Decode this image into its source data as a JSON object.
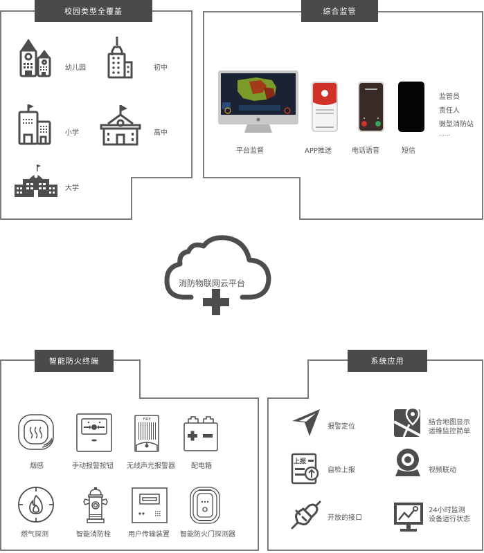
{
  "sections": {
    "campus": {
      "title": "校园类型全覆盖",
      "items": [
        {
          "label": "幼儿园",
          "icon": "kindergarten-building-icon"
        },
        {
          "label": "初中",
          "icon": "tower-building-icon"
        },
        {
          "label": "小学",
          "icon": "flag-building-icon"
        },
        {
          "label": "高中",
          "icon": "schoolhouse-icon"
        },
        {
          "label": "大学",
          "icon": "university-building-icon"
        }
      ]
    },
    "monitor": {
      "title": "综合监管",
      "channels": [
        {
          "label": "平台监督",
          "icon": "desktop-monitor-icon"
        },
        {
          "label": "APP推送",
          "icon": "app-phone-icon"
        },
        {
          "label": "电话语音",
          "icon": "call-phone-icon"
        },
        {
          "label": "短信",
          "icon": "sms-phone-icon"
        }
      ],
      "recipients": [
        "监管员",
        "责任人",
        "微型消防站",
        "……"
      ]
    },
    "cloud": {
      "label": "消防物联网云平台",
      "icon": "cloud-plus-icon"
    },
    "terminals": {
      "title": "智能防火终端",
      "items": [
        {
          "label": "烟感",
          "icon": "smoke-detector-icon"
        },
        {
          "label": "手动报警按钮",
          "icon": "manual-alarm-button-icon"
        },
        {
          "label": "无线声光报警器",
          "icon": "sound-light-alarm-icon",
          "badge": "FIRE"
        },
        {
          "label": "配电箱",
          "icon": "battery-box-icon"
        },
        {
          "label": "燃气探测",
          "icon": "gas-detector-icon"
        },
        {
          "label": "智能消防栓",
          "icon": "fire-hydrant-icon"
        },
        {
          "label": "用户传输装置",
          "icon": "transmission-device-icon"
        },
        {
          "label": "智能防火门探测器",
          "icon": "fire-door-detector-icon"
        }
      ]
    },
    "apps": {
      "title": "系统应用",
      "items": [
        {
          "label": "报警定位",
          "icon": "navigation-arrow-icon"
        },
        {
          "label": "结合地图显示",
          "label2": "运维监控简单",
          "icon": "map-pin-icon"
        },
        {
          "label": "自检上报",
          "icon": "report-upload-icon",
          "icon_text": "上报"
        },
        {
          "label": "视频联动",
          "icon": "webcam-icon"
        },
        {
          "label": "开放的接口",
          "icon": "plug-icon"
        },
        {
          "label": "24小时监测",
          "label2": "设备运行状态",
          "icon": "trend-monitor-icon"
        }
      ]
    }
  },
  "colors": {
    "border": "#7a7a7a",
    "header_bg": "#4a4a4a",
    "icon": "#4d4d4d"
  }
}
